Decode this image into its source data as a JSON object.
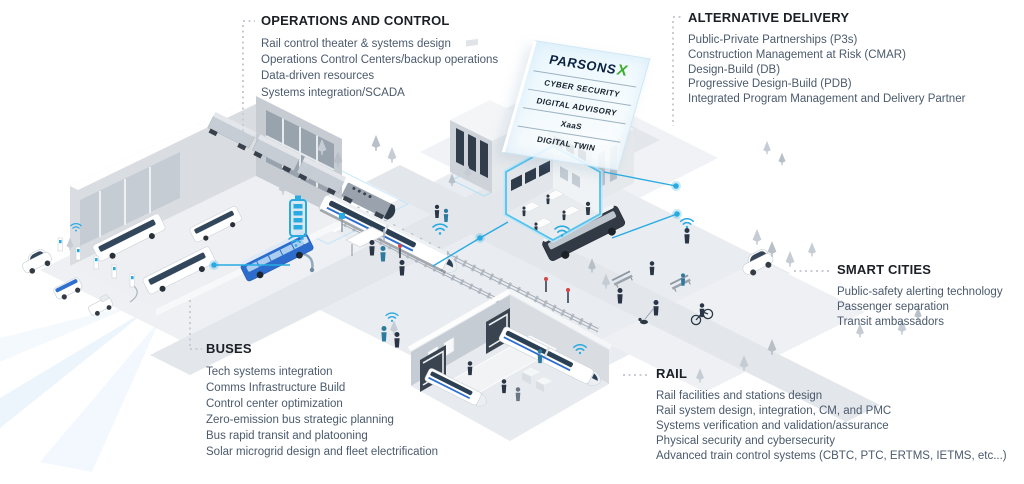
{
  "sections": {
    "operations": {
      "title": "OPERATIONS AND CONTROL",
      "items": [
        "Rail control theater & systems design",
        "Operations Control Centers/backup operations",
        "Data-driven resources",
        "Systems integration/SCADA"
      ]
    },
    "alternative": {
      "title": "ALTERNATIVE DELIVERY",
      "items": [
        "Public-Private Partnerships (P3s)",
        "Construction Management at Risk (CMAR)",
        "Design-Build (DB)",
        "Progressive Design-Build (PDB)",
        "Integrated Program Management and Delivery Partner"
      ]
    },
    "smart_cities": {
      "title": "SMART CITIES",
      "items": [
        "Public-safety alerting technology",
        "Passenger separation",
        "Transit ambassadors"
      ]
    },
    "buses": {
      "title": "BUSES",
      "items": [
        "Tech systems integration",
        "Comms Infrastructure Build",
        "Control center optimization",
        "Zero-emission bus strategic planning",
        "Bus rapid transit and platooning",
        "Solar microgrid design and fleet electrification"
      ]
    },
    "rail": {
      "title": "RAIL",
      "items": [
        "Rail facilities and stations design",
        "Rail system design, integration, CM, and PMC",
        "Systems verification and validation/assurance",
        "Physical security and cybersecurity",
        "Advanced train control systems (CBTC, PTC, ERTMS, IETMS, etc...)"
      ]
    }
  },
  "sign": {
    "brand": "PARSONS",
    "brand_mark": "X",
    "services": [
      "CYBER SECURITY",
      "DIGITAL ADVISORY",
      "XaaS",
      "DIGITAL TWIN"
    ]
  },
  "colors": {
    "accent_blue": "#29abe2",
    "brand_green": "#3dae2b",
    "navy": "#0c2340",
    "title_text": "#1b1f26",
    "body_text": "#4b5a6c"
  }
}
